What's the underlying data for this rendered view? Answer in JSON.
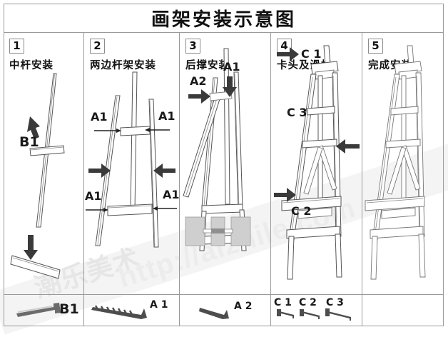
{
  "document": {
    "title": "画架安装示意图",
    "type": "assembly-instruction-sheet"
  },
  "watermark": {
    "chinese": "潮乐美术",
    "latin": "http://aizhile.com"
  },
  "steps": [
    {
      "number": "1",
      "title": "中杆安装",
      "labels": [
        {
          "text": "B1",
          "note": "cross-bar bolt"
        }
      ],
      "arrows": [
        "down-to-crossbar",
        "down-to-base"
      ]
    },
    {
      "number": "2",
      "title": "两边杆架安装",
      "labels": [
        {
          "text": "A1",
          "note": "upper-left"
        },
        {
          "text": "A1",
          "note": "upper-right"
        },
        {
          "text": "A1",
          "note": "lower-left"
        },
        {
          "text": "A1",
          "note": "lower-right"
        }
      ],
      "arrows": [
        "right",
        "left"
      ]
    },
    {
      "number": "3",
      "title": "后撑安装",
      "labels": [
        {
          "text": "A1",
          "note": "top joint"
        },
        {
          "text": "A2",
          "note": "side joint"
        }
      ],
      "arrows": [
        "down",
        "right"
      ],
      "detail": "cross-section-hatch-trio"
    },
    {
      "number": "4",
      "title": "卡头及滑桥",
      "labels": [
        {
          "text": "C 1",
          "note": "top clamp head"
        },
        {
          "text": "C 3",
          "note": "middle brace"
        },
        {
          "text": "C 2",
          "note": "slide bridge"
        }
      ],
      "arrows": [
        "right-top",
        "left-middle",
        "right-lower"
      ]
    },
    {
      "number": "5",
      "title": "完成安装",
      "labels": [],
      "arrows": []
    }
  ],
  "parts": [
    {
      "code": "B1",
      "type": "bolt",
      "cell": 1
    },
    {
      "code": "A 1",
      "type": "wood-screw-long",
      "cell": 2
    },
    {
      "code": "A 2",
      "type": "wood-screw-short",
      "cell": 3
    },
    {
      "code": "C 1",
      "type": "bolt-small",
      "cell": 4
    },
    {
      "code": "C 2",
      "type": "bolt-medium",
      "cell": 4
    },
    {
      "code": "C 3",
      "type": "bolt-long",
      "cell": 4
    }
  ],
  "colors": {
    "border": "#9a9a9a",
    "line": "#555555",
    "arrow": "#3a3a3a",
    "watermark": "#ececec"
  }
}
